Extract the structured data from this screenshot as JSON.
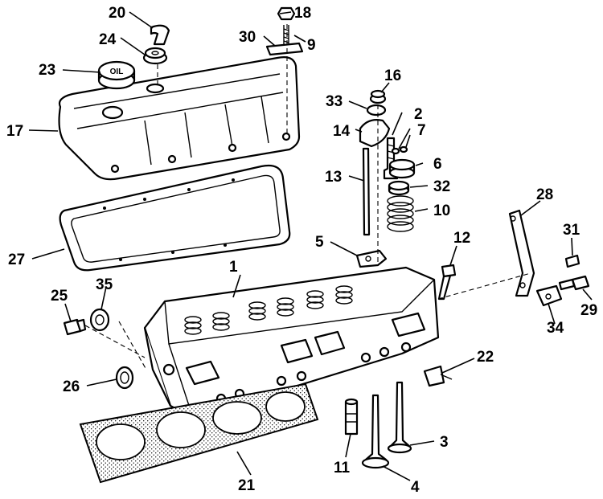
{
  "labels": {
    "l1": "1",
    "l2": "2",
    "l3": "3",
    "l4": "4",
    "l5": "5",
    "l6": "6",
    "l7": "7",
    "l9": "9",
    "l10": "10",
    "l11": "11",
    "l12": "12",
    "l13": "13",
    "l14": "14",
    "l16": "16",
    "l17": "17",
    "l18": "18",
    "l20": "20",
    "l21": "21",
    "l22": "22",
    "l23": "23",
    "l24": "24",
    "l25": "25",
    "l26": "26",
    "l27": "27",
    "l28": "28",
    "l29": "29",
    "l30": "30",
    "l31": "31",
    "l32": "32",
    "l33": "33",
    "l34": "34",
    "l35": "35"
  },
  "oil_cap_text": "OIL"
}
